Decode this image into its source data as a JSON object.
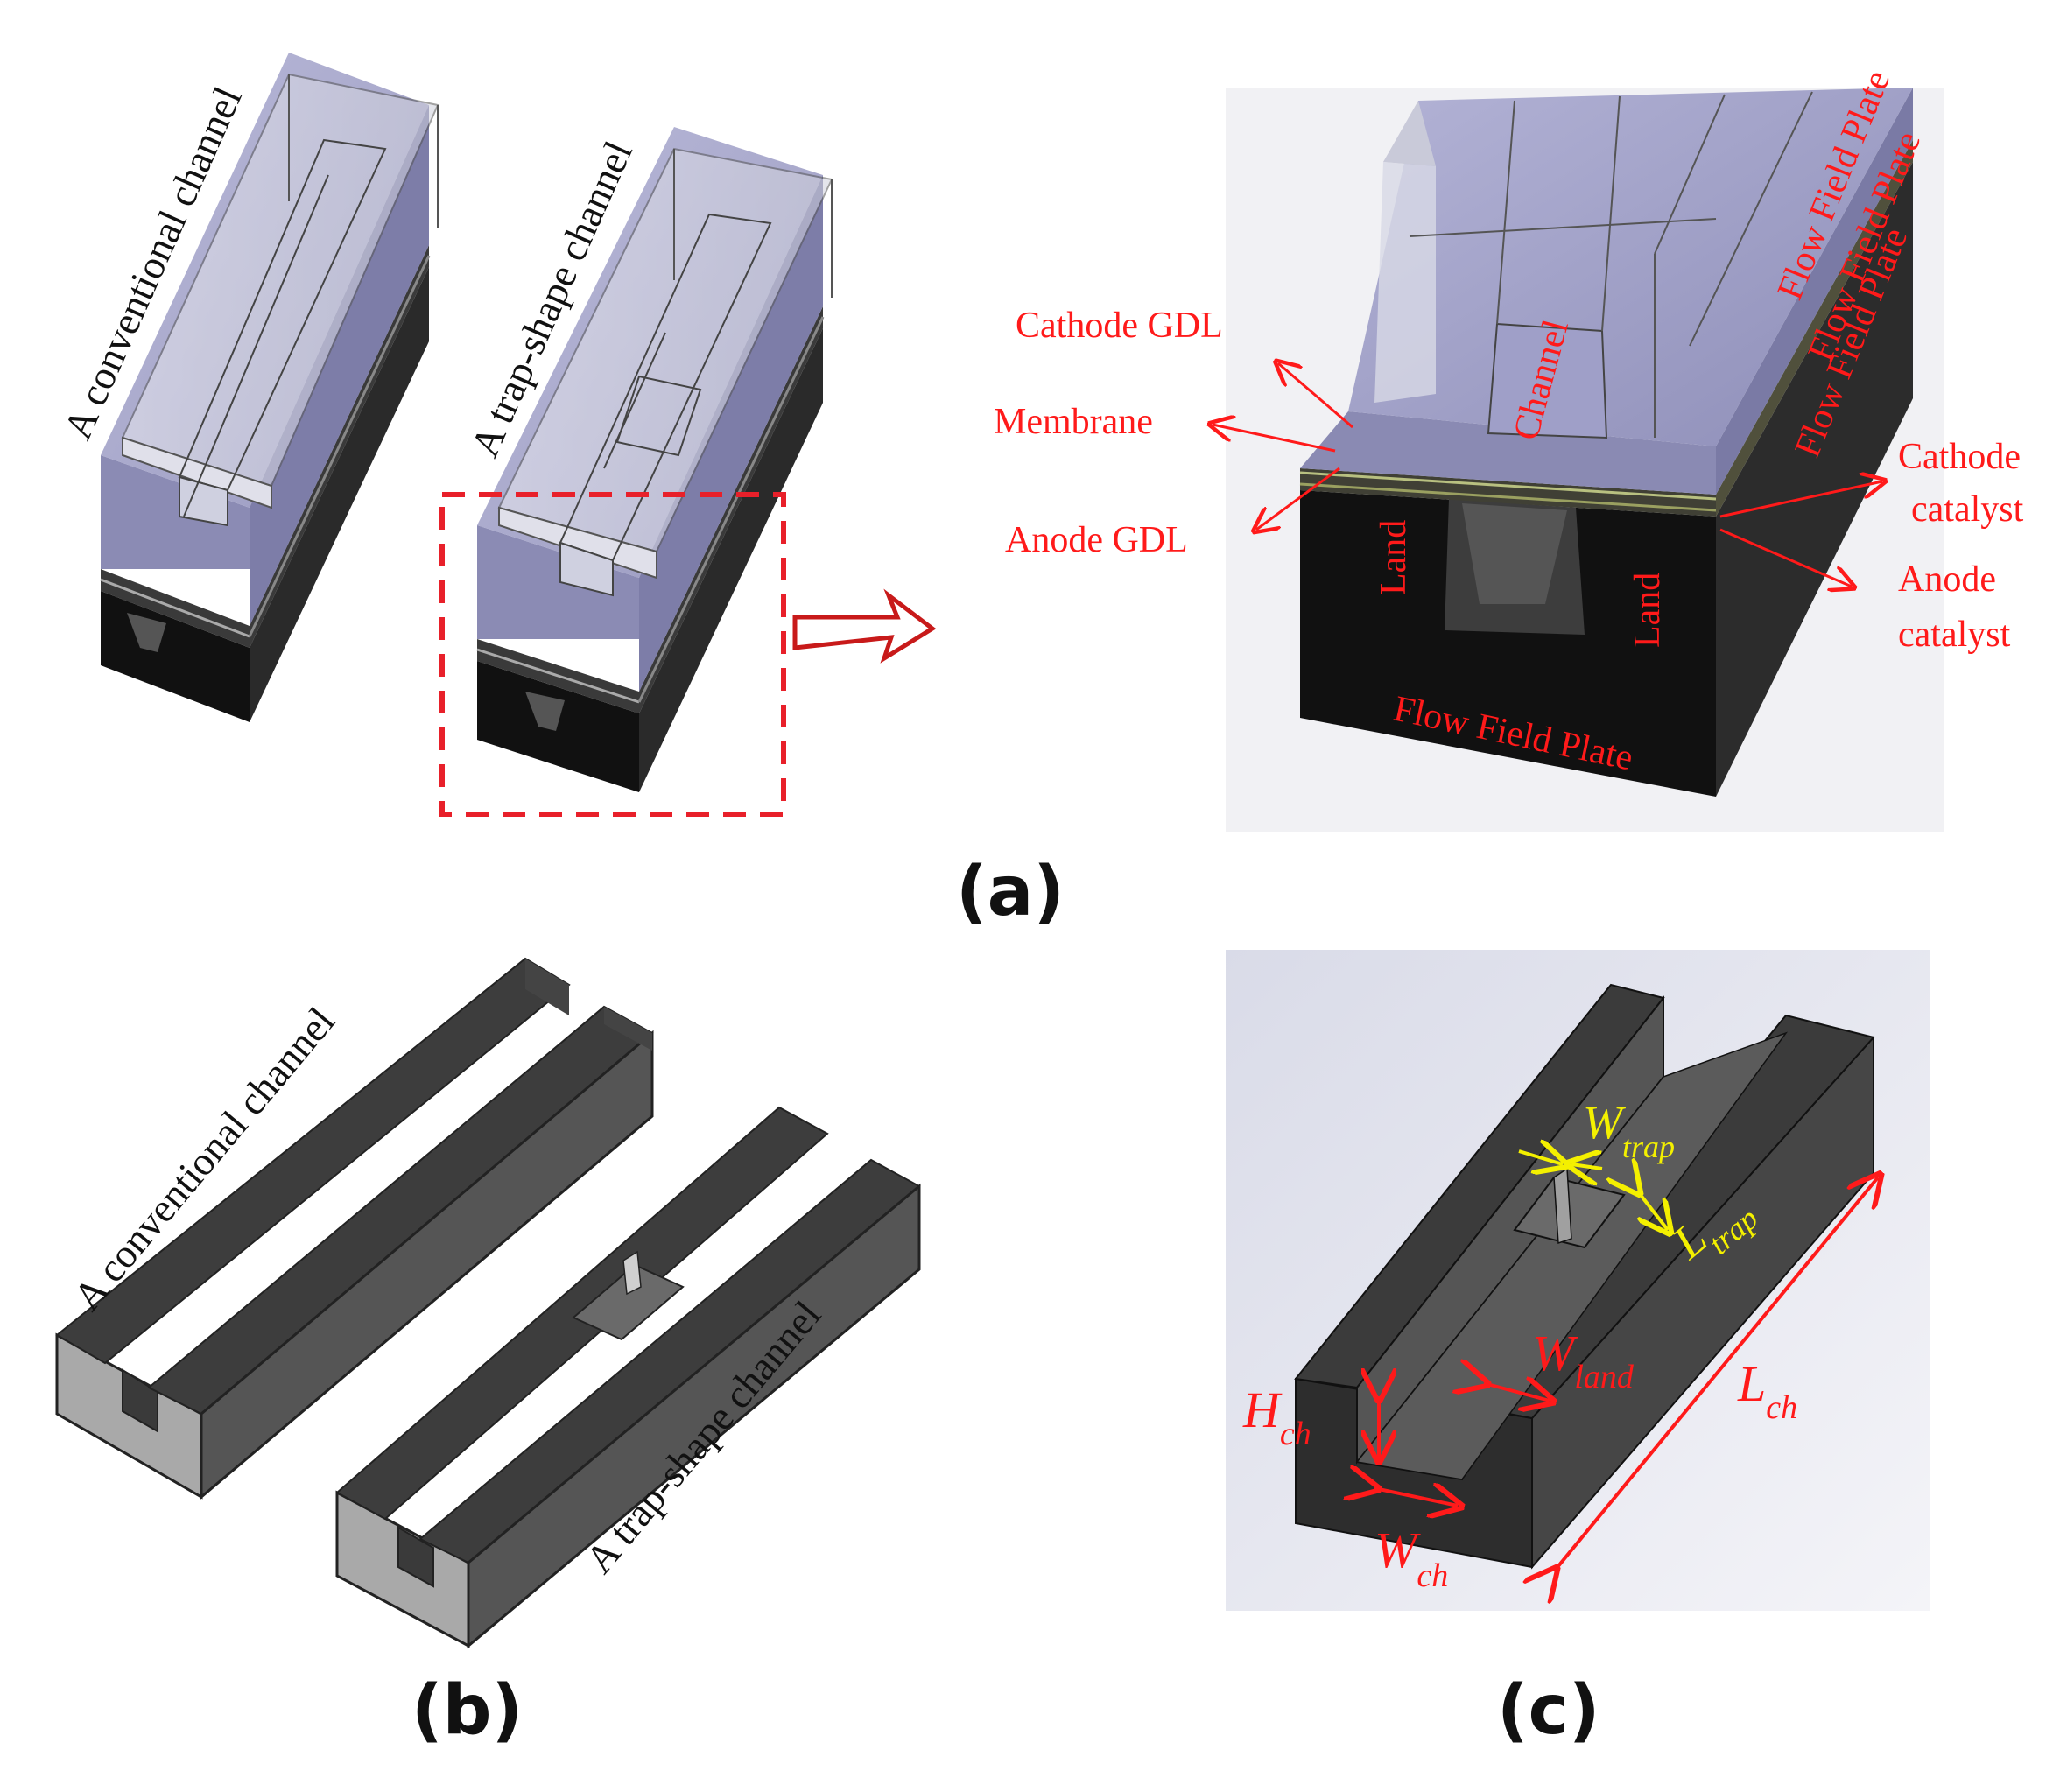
{
  "panel_labels": {
    "a": "(a)",
    "b": "(b)",
    "c": "(c)"
  },
  "panel_a": {
    "conventional_channel": "A conventional  channel",
    "trap_channel": "A trap-shape  channel",
    "labels": {
      "cathode_gdl": "Cathode GDL",
      "membrane": "Membrane",
      "anode_gdl": "Anode GDL",
      "cathode_catalyst_1": "Cathode",
      "cathode_catalyst_2": "catalyst",
      "anode_catalyst_1": "Anode",
      "anode_catalyst_2": "catalyst",
      "channel": "Channel",
      "land_left": "Land",
      "land_right": "Land",
      "flow_field_plate_top1": "Flow Field Plate",
      "flow_field_plate_top2": "Flow Field Plate",
      "flow_field_plate_side": "Flow Field Plate",
      "flow_field_plate_bottom": "Flow Field Plate"
    }
  },
  "panel_b": {
    "conventional_channel": "A conventional  channel",
    "trap_channel": "A trap-shape  channel"
  },
  "panel_c": {
    "w_trap": {
      "main": "W",
      "sub": "trap"
    },
    "l_trap": {
      "main": "L",
      "sub": "trap"
    },
    "w_land": {
      "main": "W",
      "sub": "land"
    },
    "h_ch": {
      "main": "H",
      "sub": "ch"
    },
    "w_ch": {
      "main": "W",
      "sub": "ch"
    },
    "l_ch": {
      "main": "L",
      "sub": "ch"
    }
  },
  "colors": {
    "annotation_red": "#ff1a1a",
    "annotation_yellow": "#f4f000",
    "plate_black": "#1c1c1c",
    "gdl_lavender": "#9a9ac2",
    "channel_grey": "#4a4a4a",
    "block_face_light": "#a8a8a8"
  }
}
